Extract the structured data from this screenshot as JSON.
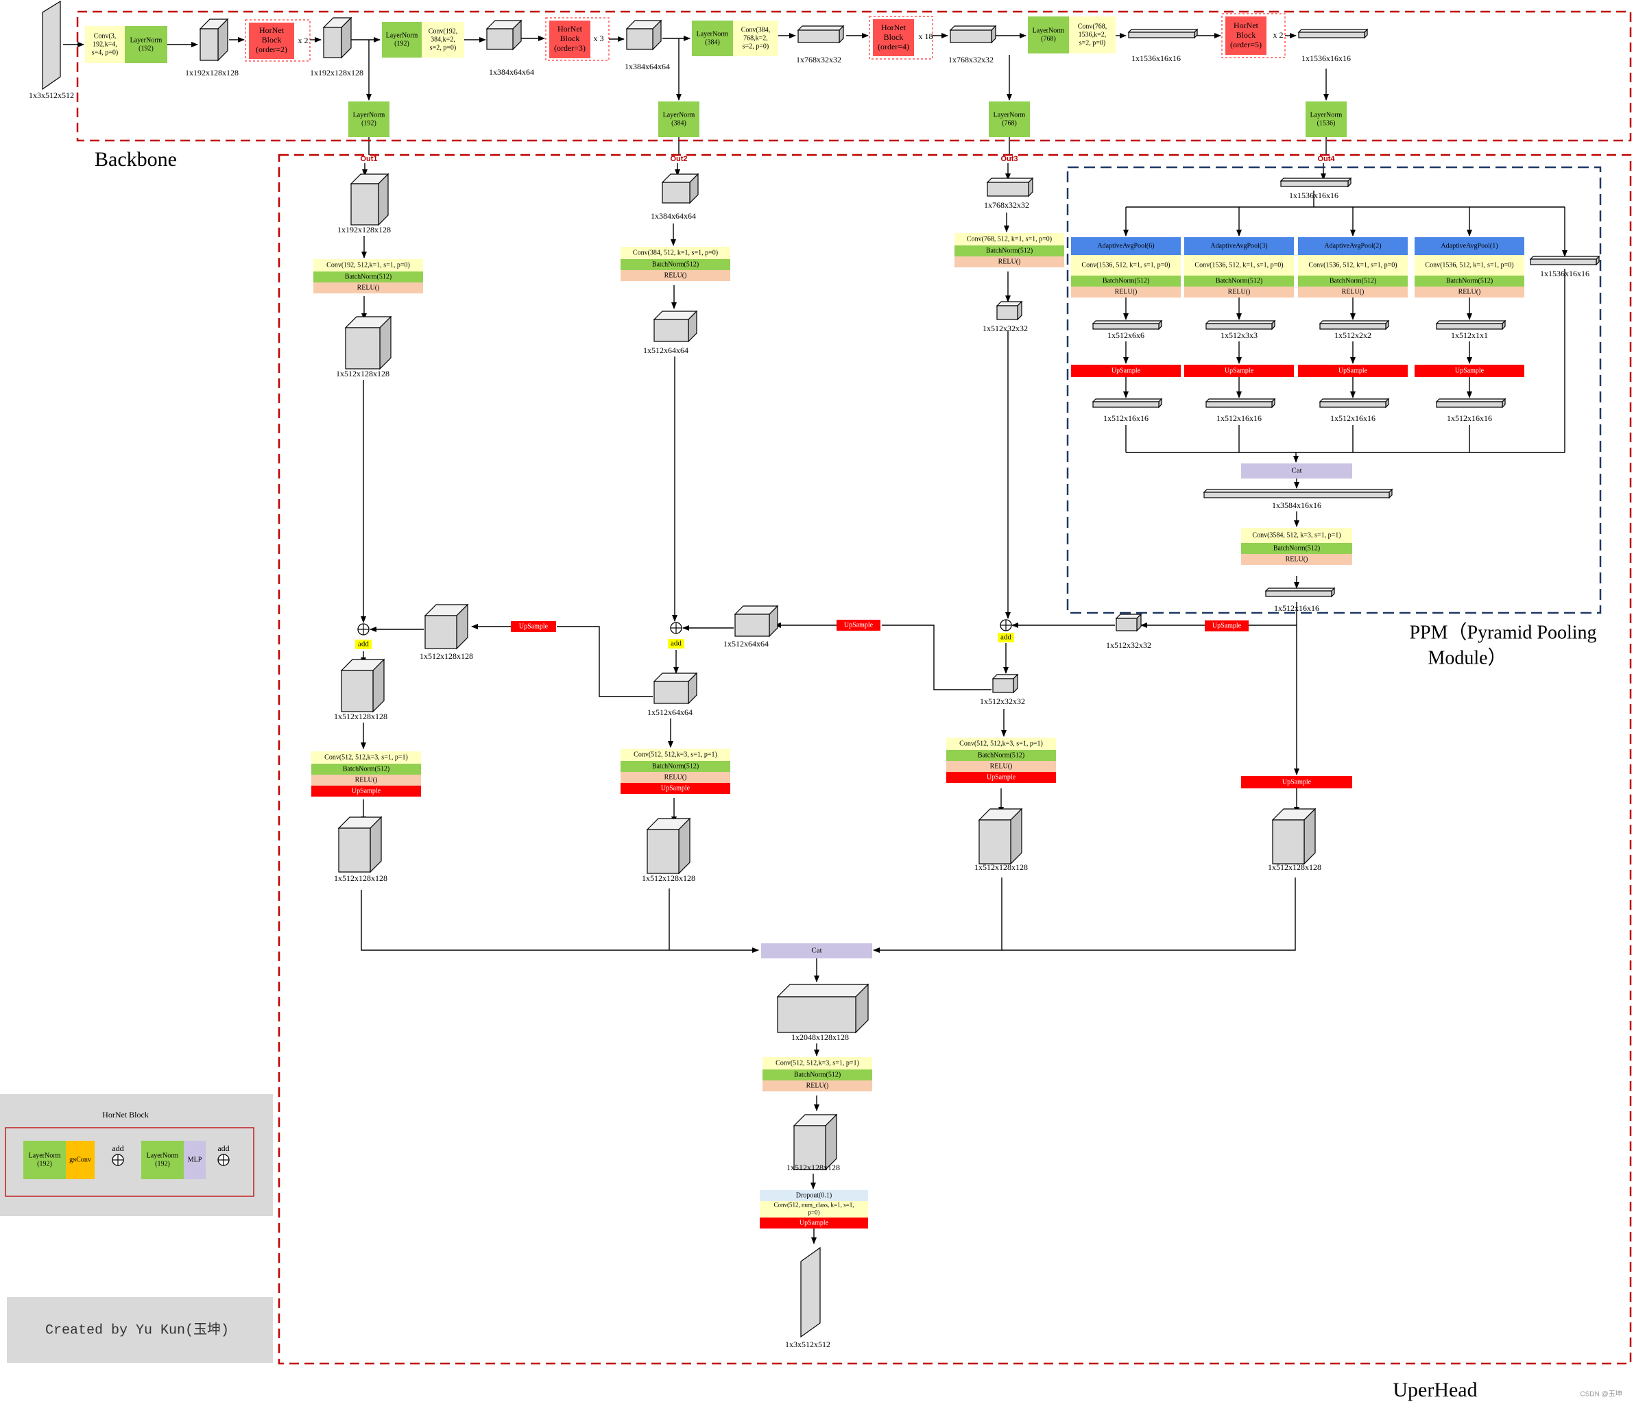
{
  "colors": {
    "conv": "#ffffc0",
    "norm": "#92d050",
    "relu": "#f8cbad",
    "upsample": "#ff0000",
    "hornet": "#ff5050",
    "pool": "#4a86e8",
    "cat": "#cbc3e3",
    "gconv": "#ffc000",
    "mlp": "#cbc3e3",
    "dropout": "#ddebf7",
    "backbone_border": "#c00000",
    "ppm_border": "#1f3864",
    "add": "#ffff00",
    "panel_gray": "#d9d9d9"
  },
  "icons": [
    "cube-icon",
    "slab-icon",
    "plus-circle-icon",
    "arrow-icon"
  ],
  "backbone": {
    "title": "Backbone",
    "input_dim": "1x3x512x512",
    "stem_conv": [
      "Conv(3,",
      "192,k=4,",
      "s=4, p=0)"
    ],
    "stem_norm": [
      "LayerNorm",
      "(192)"
    ],
    "stage1": {
      "block": [
        "HorNet",
        "Block",
        "(order=2)"
      ],
      "repeat": "x 2",
      "dim_in": "1x192x128x128",
      "dim_out": "1x192x128x128"
    },
    "ds1_norm": [
      "LayerNorm",
      "(192)"
    ],
    "ds1_conv": [
      "Conv(192,",
      "384,k=2,",
      "s=2, p=0)"
    ],
    "ds1_dim": "1x384x64x64",
    "stage2": {
      "block": [
        "HorNet",
        "Block",
        "(order=3)"
      ],
      "repeat": "x 3",
      "dim_out": "1x384x64x64"
    },
    "ds2_norm": [
      "LayerNorm",
      "(384)"
    ],
    "ds2_conv": [
      "Conv(384,",
      "768,k=2,",
      "s=2, p=0)"
    ],
    "ds2_dim": "1x768x32x32",
    "stage3": {
      "block": [
        "HorNet",
        "Block",
        "(order=4)"
      ],
      "repeat": "x 18",
      "dim_out": "1x768x32x32"
    },
    "ds3_norm": [
      "LayerNorm",
      "(768)"
    ],
    "ds3_conv": [
      "Conv(768,",
      "1536,k=2,",
      "s=2, p=0)"
    ],
    "ds3_dim": "1x1536x16x16",
    "stage4": {
      "block": [
        "HorNet",
        "Block",
        "(order=5)"
      ],
      "repeat": "x 2",
      "dim_out": "1x1536x16x16"
    },
    "out_norms": [
      [
        "LayerNorm",
        "(192)"
      ],
      [
        "LayerNorm",
        "(384)"
      ],
      [
        "LayerNorm",
        "(768)"
      ],
      [
        "LayerNorm",
        "(1536)"
      ]
    ],
    "out_labels": [
      "Out1",
      "Out2",
      "Out3",
      "Out4"
    ]
  },
  "uperhead": {
    "title": "UperHead",
    "branch1": {
      "in_dim": "1x192x128x128",
      "conv": "Conv(192, 512,k=1, s=1, p=0)",
      "out_dim": "1x512x128x128"
    },
    "branch2": {
      "in_dim": "1x384x64x64",
      "conv": "Conv(384, 512, k=1, s=1, p=0)",
      "out_dim": "1x512x64x64"
    },
    "branch3": {
      "in_dim": "1x768x32x32",
      "conv": "Conv(768, 512, k=1, s=1, p=0)",
      "out_dim": "1x512x32x32"
    },
    "batchnorm": "BatchNorm(512)",
    "relu": "RELU()",
    "upsample": "UpSample",
    "add": "add",
    "fpn_up_dims": [
      "1x512x128x128",
      "1x512x64x64",
      "1x512x32x32"
    ],
    "fused_dims": [
      "1x512x128x128",
      "1x512x64x64",
      "1x512x32x32"
    ],
    "fpn_conv": "Conv(512, 512,k=3, s=1, p=1)",
    "final_dims": [
      "1x512x128x128",
      "1x512x128x128",
      "1x512x128x128",
      "1x512x128x128"
    ],
    "cat": "Cat",
    "cat_dim": "1x2048x128x128",
    "fuse_conv": "Conv(512, 512,k=3, s=1, p=1)",
    "fuse_dim": "1x512x128x128",
    "dropout": "Dropout(0.1)",
    "cls_conv": [
      "Conv(512, num_class, k=1, s=1,",
      "p=0)"
    ],
    "output_dim": "1x3x512x512"
  },
  "ppm": {
    "title_line1": "PPM（Pyramid Pooling",
    "title_line2": "Module）",
    "in_dim": "1x1536x16x16",
    "skip_dim": "1x1536x16x16",
    "pools": [
      {
        "pool": "AdaptiveAvgPool(6)",
        "conv": "Conv(1536, 512, k=1, s=1, p=0)",
        "pooled": "1x512x6x6",
        "up": "1x512x16x16"
      },
      {
        "pool": "AdaptiveAvgPool(3)",
        "conv": "Conv(1536, 512, k=1, s=1, p=0)",
        "pooled": "1x512x3x3",
        "up": "1x512x16x16"
      },
      {
        "pool": "AdaptiveAvgPool(2)",
        "conv": "Conv(1536, 512, k=1, s=1, p=0)",
        "pooled": "1x512x2x2",
        "up": "1x512x16x16"
      },
      {
        "pool": "AdaptiveAvgPool(1)",
        "conv": "Conv(1536, 512, k=1, s=1, p=0)",
        "pooled": "1x512x1x1",
        "up": "1x512x16x16"
      }
    ],
    "cat": "Cat",
    "cat_dim": "1x3584x16x16",
    "bottleneck_conv": "Conv(3584, 512, k=3, s=1, p=1)",
    "out_dim": "1x512x16x16",
    "to_fpn_dim": "1x512x32x32"
  },
  "hornet_block": {
    "title": "HorNet Block",
    "norm1": [
      "LayerNorm",
      "(192)"
    ],
    "gconv": "gɴConv",
    "add1": "add",
    "norm2": [
      "LayerNorm",
      "(192)"
    ],
    "mlp": "MLP",
    "add2": "add"
  },
  "credit": "Created by Yu Kun(玉坤)",
  "watermark": "CSDN @玉坤"
}
